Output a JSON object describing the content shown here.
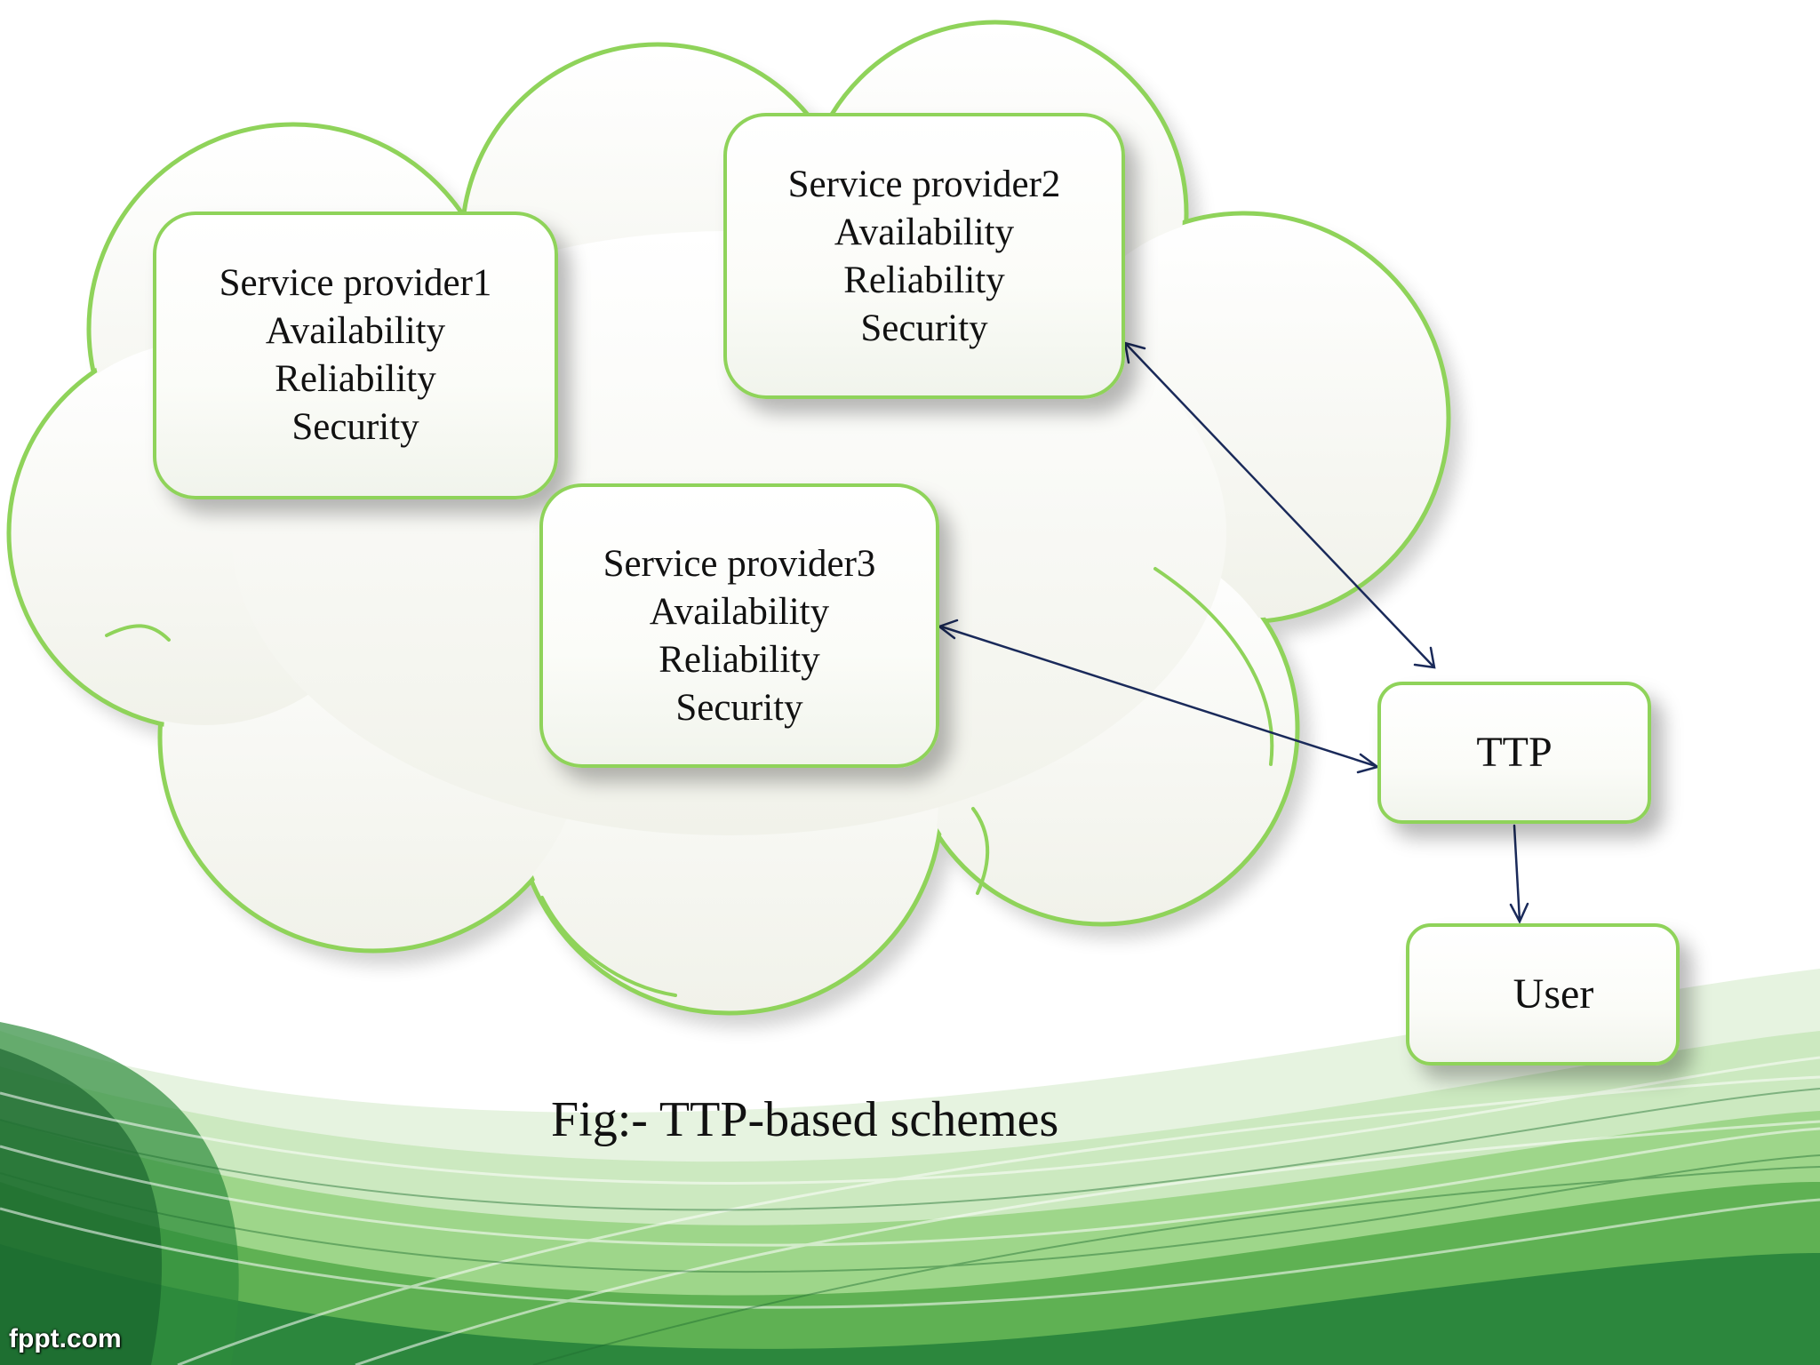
{
  "providers": [
    {
      "name": "Service provider1",
      "attrs": [
        "Availability",
        "Reliability",
        "Security"
      ]
    },
    {
      "name": "Service provider2",
      "attrs": [
        "Availability",
        "Reliability",
        "Security"
      ]
    },
    {
      "name": "Service provider3",
      "attrs": [
        "Availability",
        "Reliability",
        "Security"
      ]
    }
  ],
  "ttp": {
    "label": "TTP"
  },
  "user": {
    "label": "User"
  },
  "caption": "Fig:- TTP-based schemes",
  "watermark": "fppt.com",
  "colors": {
    "box_border": "#8fd35a",
    "cloud_fill": "#f8f8f3",
    "cloud_edge": "#8fd35a",
    "arrow": "#1a2a5a"
  },
  "connectors": [
    {
      "from": "Service provider2",
      "to": "TTP",
      "direction": "both"
    },
    {
      "from": "Service provider3",
      "to": "TTP",
      "direction": "both"
    },
    {
      "from": "TTP",
      "to": "User",
      "direction": "forward"
    }
  ]
}
